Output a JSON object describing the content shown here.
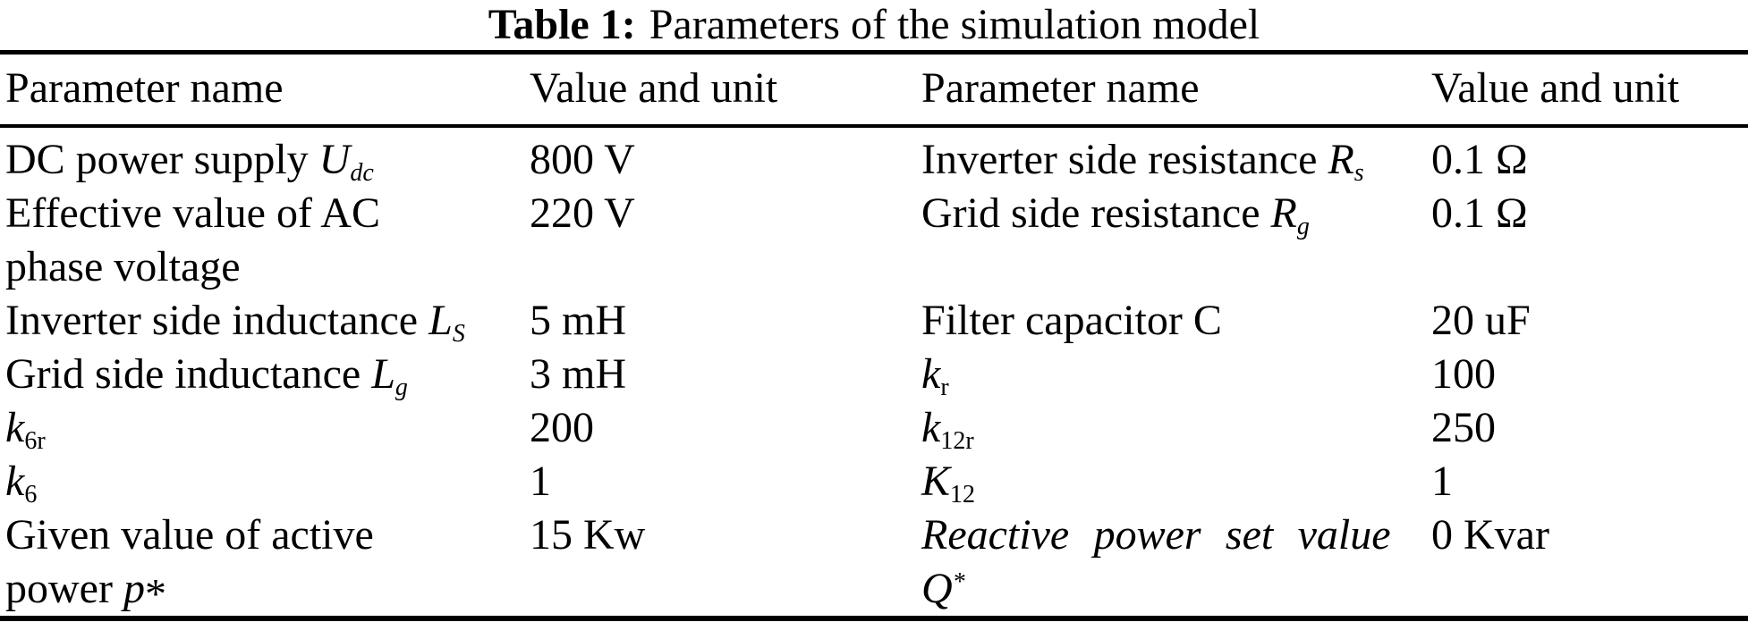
{
  "caption": {
    "label": "Table 1:",
    "text": "Parameters of the simulation model"
  },
  "header": {
    "param1": "Parameter name",
    "value1": "Value and unit",
    "param2": "Parameter name",
    "value2": "Value and unit"
  },
  "rows": [
    {
      "p1_text": "DC power supply ",
      "p1_sym": "U",
      "p1_sub": "dc",
      "v1": "800 V",
      "p2_text": "Inverter side resistance ",
      "p2_sym": "R",
      "p2_sub": "s",
      "v2": "0.1 Ω"
    },
    {
      "p1_line1": "Effective value of AC",
      "p1_line2": "phase voltage",
      "v1": "220 V",
      "p2_text": "Grid side resistance ",
      "p2_sym": "R",
      "p2_sub": "g",
      "v2": "0.1 Ω"
    },
    {
      "p1_text": "Inverter side inductance ",
      "p1_sym": "L",
      "p1_sub": "S",
      "v1": "5 mH",
      "p2_text": "Filter capacitor C",
      "v2": "20 uF"
    },
    {
      "p1_text": "Grid side inductance ",
      "p1_sym": "L",
      "p1_sub": "g",
      "v1": "3 mH",
      "p2_sym": "k",
      "p2_sub": "r",
      "v2": "100"
    },
    {
      "p1_sym": "k",
      "p1_sub": "6r",
      "v1": "200",
      "p2_sym": "k",
      "p2_sub": "12r",
      "v2": "250"
    },
    {
      "p1_sym": "k",
      "p1_sub": "6",
      "v1": "1",
      "p2_sym": "K",
      "p2_sub": "12",
      "v2": "1"
    },
    {
      "p1_line1": "Given value of active",
      "p1_line2": "power ",
      "p1_sym": "p",
      "p1_ast": "*",
      "v1": "15 Kw",
      "p2_line1": "Reactive power set value",
      "p2_sym": "Q",
      "p2_sup": "*",
      "v2": "0 Kvar"
    }
  ]
}
